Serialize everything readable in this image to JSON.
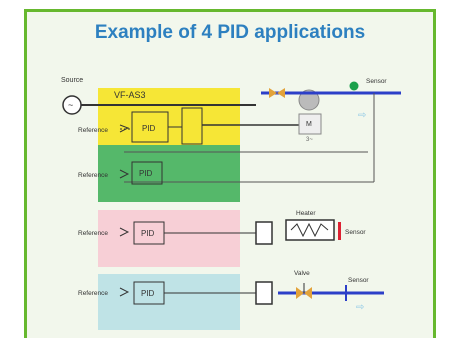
{
  "title": "Example of 4 PID applications",
  "colors": {
    "frame_border": "#66b82e",
    "frame_bg": "#f2f7ec",
    "title": "#2d80c0",
    "row1": "#f6e636",
    "row2": "#55b86a",
    "row3": "#f7cfd6",
    "row4": "#bfe3e6",
    "pipe": "#2c3fc8",
    "valve": "#e2a23a"
  },
  "diagram": {
    "source_label": "Source",
    "drive_label": "VF-AS3",
    "sensor_label": "Sensor",
    "motor_label": "M",
    "motor_sub": "3~",
    "heater_label": "Heater",
    "valve_label": "Valve",
    "rows": [
      {
        "reference": "Reference",
        "pid": "PID"
      },
      {
        "reference": "Reference",
        "pid": "PID"
      },
      {
        "reference": "Reference",
        "pid": "PID"
      },
      {
        "reference": "Reference",
        "pid": "PID"
      }
    ]
  }
}
